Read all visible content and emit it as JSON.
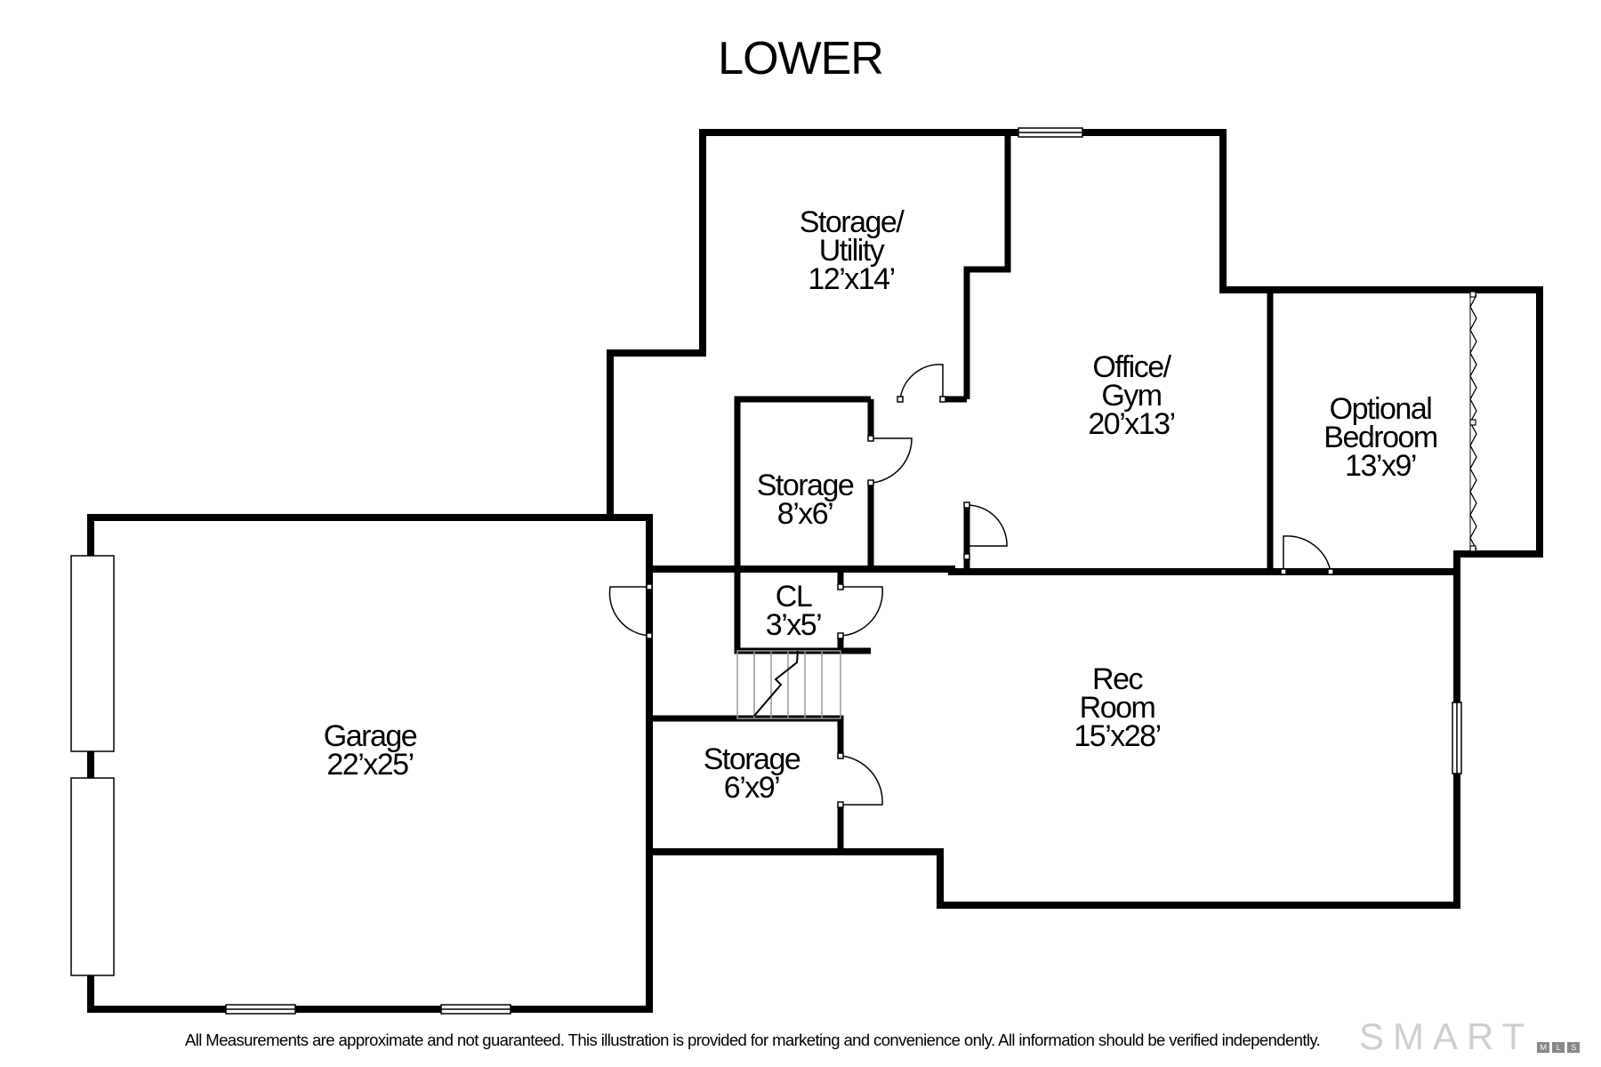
{
  "title": "LOWER",
  "rooms": {
    "storage_utility": {
      "line1": "Storage/",
      "line2": "Utility",
      "dims": "12’x14’"
    },
    "office_gym": {
      "line1": "Office/",
      "line2": "Gym",
      "dims": "20’x13’"
    },
    "optional_bedroom": {
      "line1": "Optional",
      "line2": "Bedroom",
      "dims": "13’x9’"
    },
    "storage_small": {
      "line1": "Storage",
      "dims": "8’x6’"
    },
    "closet": {
      "line1": "CL",
      "dims": "3’x5’"
    },
    "garage": {
      "line1": "Garage",
      "dims": "22’x25’"
    },
    "storage_lower": {
      "line1": "Storage",
      "dims": "6’x9’"
    },
    "rec_room": {
      "line1": "Rec",
      "line2": "Room",
      "dims": "15’x28’"
    }
  },
  "disclaimer": "All Measurements are approximate and not guaranteed.  This illustration is provided for marketing and convenience only.  All information should be verified independently.",
  "logo": {
    "text": "SMART",
    "sub": [
      "M",
      "L",
      "S"
    ]
  },
  "colors": {
    "wall": "#000000",
    "background": "#ffffff",
    "logo": "#cfcfcf"
  }
}
